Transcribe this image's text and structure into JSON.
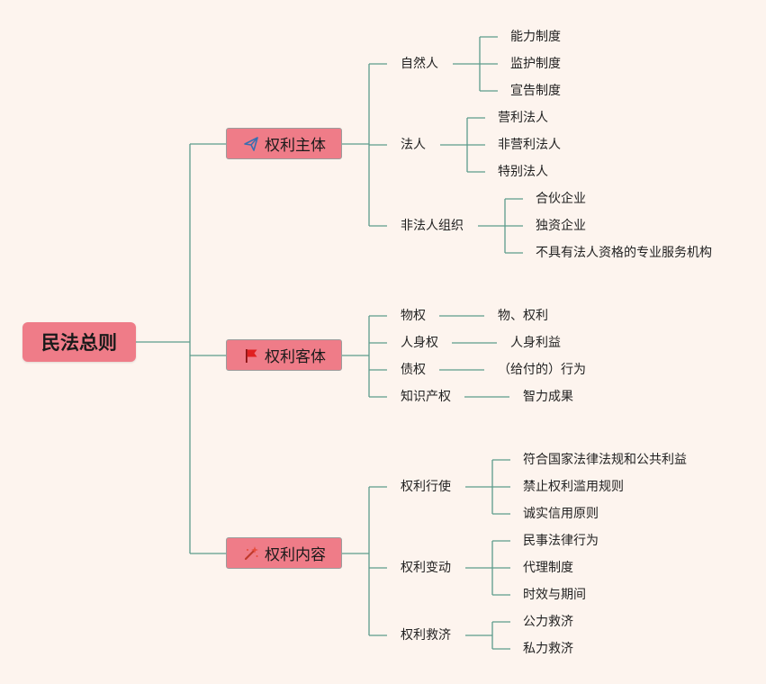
{
  "root": "民法总则",
  "branches": [
    {
      "label": "权利主体",
      "icon": "paper-plane-icon",
      "children": [
        {
          "label": "自然人",
          "items": [
            "能力制度",
            "监护制度",
            "宣告制度"
          ]
        },
        {
          "label": "法人",
          "items": [
            "营利法人",
            "非营利法人",
            "特别法人"
          ]
        },
        {
          "label": "非法人组织",
          "items": [
            "合伙企业",
            "独资企业",
            "不具有法人资格的专业服务机构"
          ]
        }
      ]
    },
    {
      "label": "权利客体",
      "icon": "red-flag-icon",
      "children": [
        {
          "label": "物权",
          "items": [
            "物、权利"
          ]
        },
        {
          "label": "人身权",
          "items": [
            "人身利益"
          ]
        },
        {
          "label": "债权",
          "items": [
            "（给付的）行为"
          ]
        },
        {
          "label": "知识产权",
          "items": [
            "智力成果"
          ]
        }
      ]
    },
    {
      "label": "权利内容",
      "icon": "magic-wand-icon",
      "children": [
        {
          "label": "权利行使",
          "items": [
            "符合国家法律法规和公共利益",
            "禁止权利滥用规则",
            "诚实信用原则"
          ]
        },
        {
          "label": "权利变动",
          "items": [
            "民事法律行为",
            "代理制度",
            "时效与期间"
          ]
        },
        {
          "label": "权利救济",
          "items": [
            "公力救济",
            "私力救济"
          ]
        }
      ]
    }
  ],
  "colors": {
    "background": "#fdf4ee",
    "node_fill": "#ef7c88",
    "connector": "#5c9c8c"
  }
}
